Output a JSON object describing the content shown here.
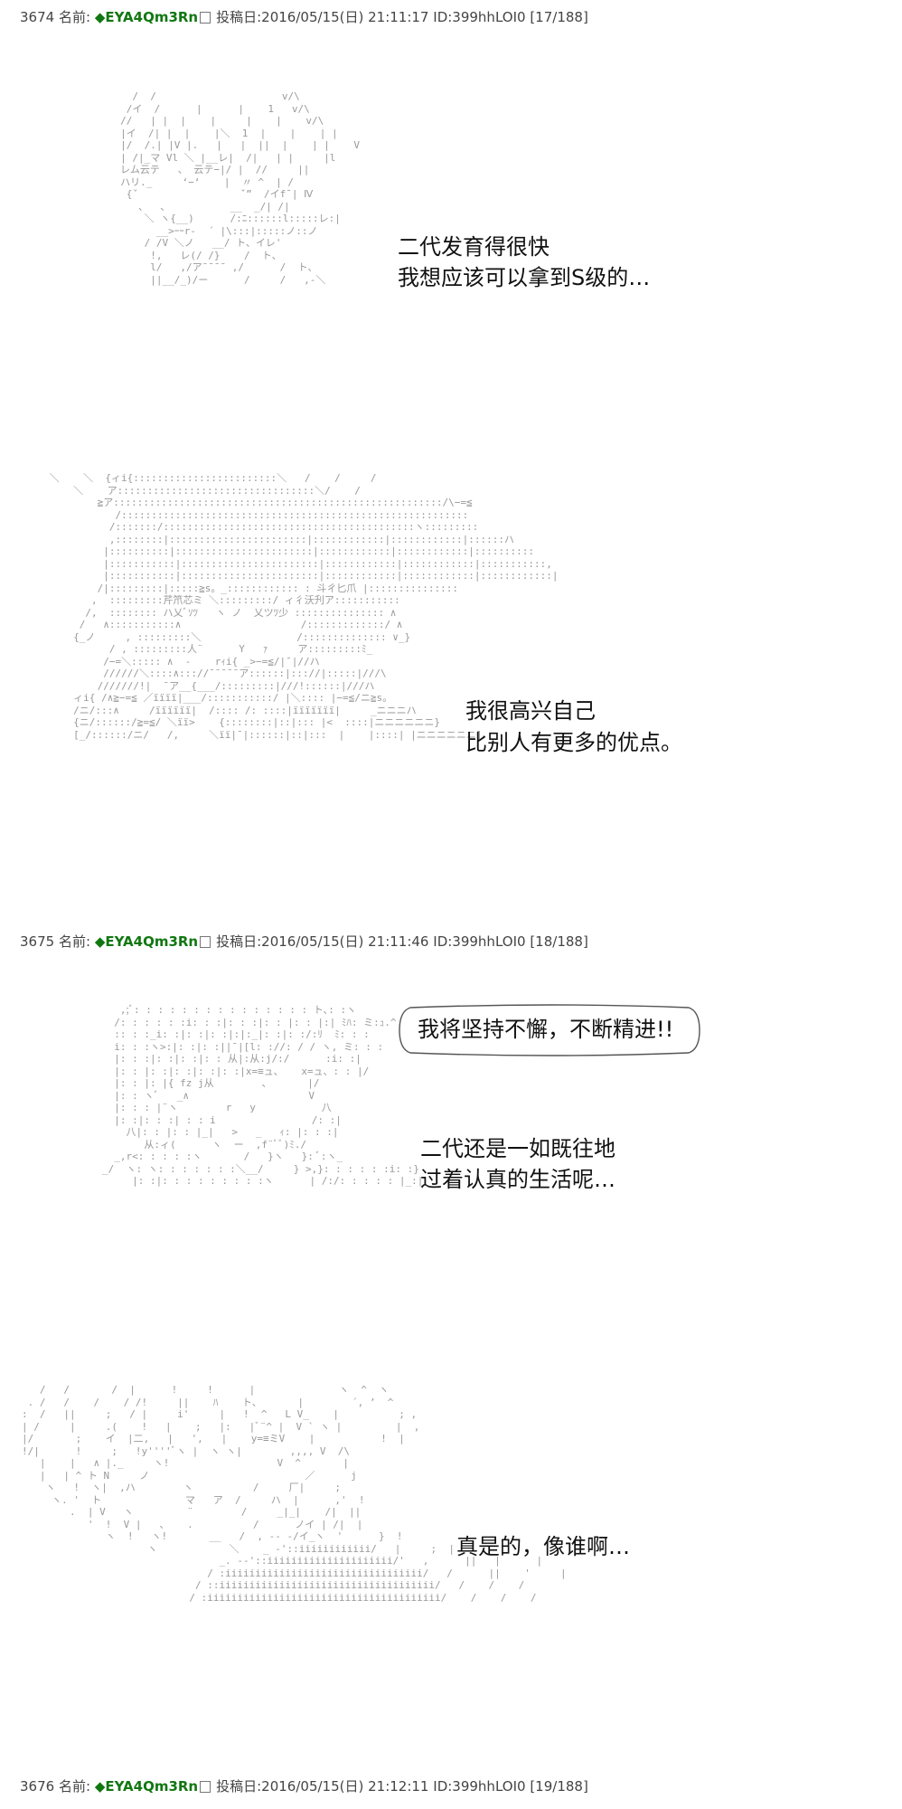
{
  "posts": [
    {
      "number": "3674",
      "name_label": "名前:",
      "author": "◆EYA4Qm3Rn",
      "date_label": "投稿日:2016/05/15(日) 21:11:17",
      "id": "ID:399hhLOI0",
      "page": "[17/188]"
    },
    {
      "number": "3675",
      "name_label": "名前:",
      "author": "◆EYA4Qm3Rn",
      "date_label": "投稿日:2016/05/15(日) 21:11:46",
      "id": "ID:399hhLOI0",
      "page": "[18/188]"
    },
    {
      "number": "3676",
      "name_label": "名前:",
      "author": "◆EYA4Qm3Rn",
      "date_label": "投稿日:2016/05/15(日) 21:12:11",
      "id": "ID:399hhLOI0",
      "page": "[19/188]"
    }
  ],
  "dialogs": {
    "d1_line1": "二代发育得很快",
    "d1_line2": "我想应该可以拿到S级的…",
    "d2_line1": "我很高兴自己",
    "d2_line2": "比别人有更多的优点。",
    "d3_bubble": "我将坚持不懈，不断精进!!",
    "d4_line1": "二代还是一如既往地",
    "d4_line2": "过着认真的生活呢…",
    "d5_line1": "真是的，像谁啊…"
  },
  "art": {
    "a1": "       /  /                     v/\\\n      /イ  /      |      |    1   v/\\\n     //   | |  |    |     |    |    v/\\\n     |イ  /| |  |    |＼  1  |    |    | |\n     |/  /.| |V |.   |   |  ||  |    | |    V\n     | /|_マ Vl ＼ |__レ|  /|   | |     |l\n     レム云テ   、 云テ−|/ |  //     ||\n     ハリ._     ‘−‘    |  〃 ^  | /\n      {ˇ                 ˇ”  /イf¯| Ⅳ\n        、  、          __  _/| /|\n         ＼ ヽ{__)      /:ﾆ::::::l:::::レ:|\n           __>ｰｰr-  ´ |\\:::|:::::ノ::ノ\n         / /V ＼ノ   __/ ト、イレ'\n          !,   レ(/ /}    /  ト、\n          l/   ,/ア¯¯¯¯ ,/      /  ト、\n          ||__/_)/ー      /     /   ,-＼",
    "a2": " ＼    ＼  {ィi{::::::::::::::::::::::::＼   /    /     /\n     ＼    ア:::::::::::::::::::::::::::::::::＼/    /\n         ≧ア:::::::::::::::::::::::::::::::::::::::::::::::::::::::/\\−=≦\n            /::::::::::::::::::::::::::::::::::::::::::::::::::::::::::\n           /:::::::/::::::::::::::::::::::::::::::::::::::::::ヽ:::::::::\n           ,::::::::|:::::::::::::::::::::::|::::::::::::|::::::::::::|::::::ハ\n          |::::::::::|:::::::::::::::::::::::|::::::::::::|::::::::::::|::::::::::\n          |:::::::::::|:::::::::::::::::::::::|::::::::::::|::::::::::::|:::::::::::,\n          |:::::::::::|:::::::::::::::::::::::|::::::::::::|::::::::::::|::::::::::::|\n         /|:::::::::|:::::≧s。_:::::::::::: : 斗ㄔ匕爪 |:::::::::::::::\n        ,  :::::::::芹笊芯ミ ＼:::::::::/ ィ彳沃刋ア:::::::::::\n       /,  :::::::: ハ乂ﾞｿﾂ   ヽ ノ  乂ツﾂ少 ::::::::::::::: ∧\n      /   ∧:::::::::::∧                    /:::::::::::::/ ∧\n     {_ノ     , :::::::::＼                /:::::::::::::: ∨_}\n           / , :::::::::人¨      Y   ｧ     ア:::::::::ﾐ_\n          /−=＼::::: ∧  ‐    rｨi{ _>−=≦/|¯|//ハ\n          //////＼::::∧::://¯¯¯¯¯ア::::::|::://|:::::|///\\\n         ///////!|  ¯ア__{___/:::::::::|///!::::::|///ハ\n     ィi{ /∧≧−=≦ ／ïïïï|___/:::::::::::/ |＼:::: |−=≦/ニ≧s。\n     /ニ/:::∧     /ïïïïïï|  /:::: /: ::::|ïïïïïïï|     _ニニニハ\n     {ニ/::::::/≧=≦/ ＼ïï>    {::::::::|::|::: |<  ::::|ニニニニニニ}\n     [_/::::::/ニ/   /,     ＼ïï|¯|::::::|::|:::  |    |::::| |ニニニニニニ]",
    "a3": "           ,;ﾞ: : : : : : : : : : : : : : : ト､: :ヽ\n          /: : : : : :i: : :|: : :|: : |: : |:| ﾐﾊ: ミ:ｭ.^\n          :: : :_i: :|: :|: :|:|:_|: :|: :/:ﾘ  ﾐ: : :\n          i: : :ヽ>:|: :|: :||¯|[l: ://: / / ヽ, ミ: : :\n          |: : :|: :|: :|: : 从|:从:j/:/      :i: :|\n          |: : |: :|: :|: :|: :|x=≡ュ、   x=ュ、: : |/\n          |: : |: |{ fz j从        、      |/\n          |: : ヽﾞ   _∧                    V\n          |: : : |¨ヽ        r   y           八\n          |: :|: : :| : : i                /: :|\n            八|: : |: : |_|   >   _   ｨ: |: : :|\n               从:ィ(      ヽ  ー  ,f¨ﾞﾞ)ﾐ./\n          _,r<: : : : :ヽ       /   }ヽ   }: ﾞ:ヽ_\n        _/  ヽ: ヽ: : : : : : :＼__/     } >,}: : : : : :i: :}\n             |: :|: : : : : : : : :ヽ      | /:/: : : : : |_:|",
    "a4": "   /   /       /  |      !     !      |              ヽ  ^  ヽ\n . /   /    /    / /!     ||    ﾊ    ト、      |        ´, ’  ^\n:  /   ||     ;   / |     i'     |   !  ^   L V_    |          ; ,\n| /     |     .(    !   |    ;   |:   |ﾞ¨^ |  V ` ヽ |         |  ,\n|/       ;    イ  |二,   |   ',   |    y=≡ミV    |           !  |\n!/|      !     ;   !y''''ﾞヽ |  ヽ ヽ|        ,,,, V  /\\\n   |    |   ∧ |._     ヽ!                  V  ^       |\n   |   | ^ ト N     ノ                          ／      j\n    ヽ   !  ヽ|  ,ハ        ヽ          /     厂|     ;\n     ヽ. '  ト              マ   ア  /     ハ  |      ,'  !\n        .  | V   ヽ         ¨        /     _|_|    /|  ||\n           '  !  V |   、   .          /      ノイ | /|  |\n              ヽ  !   ヽ!       __   /  , -‐ -/イ_ヽ  '      }  !\n                     ヽ            ＼    _ -'::iiiiiiiiiiii/   |     ;  |\n                                 _. -‐'::iiiiiiiiiiiiiiiiiiiii/'   ,      ||   |      |\n                               / :iiiiiiiiiiiiiiiiiiiiiiiiiiiiiiiii/   /      ||    '     |\n                             / ::iiiiiiiiiiiiiiiiiiiiiiiiiiiiiiiiiiii/   /    /    /\n                            / :iiiiiiiiiiiiiiiiiiiiiiiiiiiiiiiiiiiiiii/    /    /    /"
  },
  "colors": {
    "author": "#117711",
    "header_text": "#444444",
    "art": "#999999"
  }
}
